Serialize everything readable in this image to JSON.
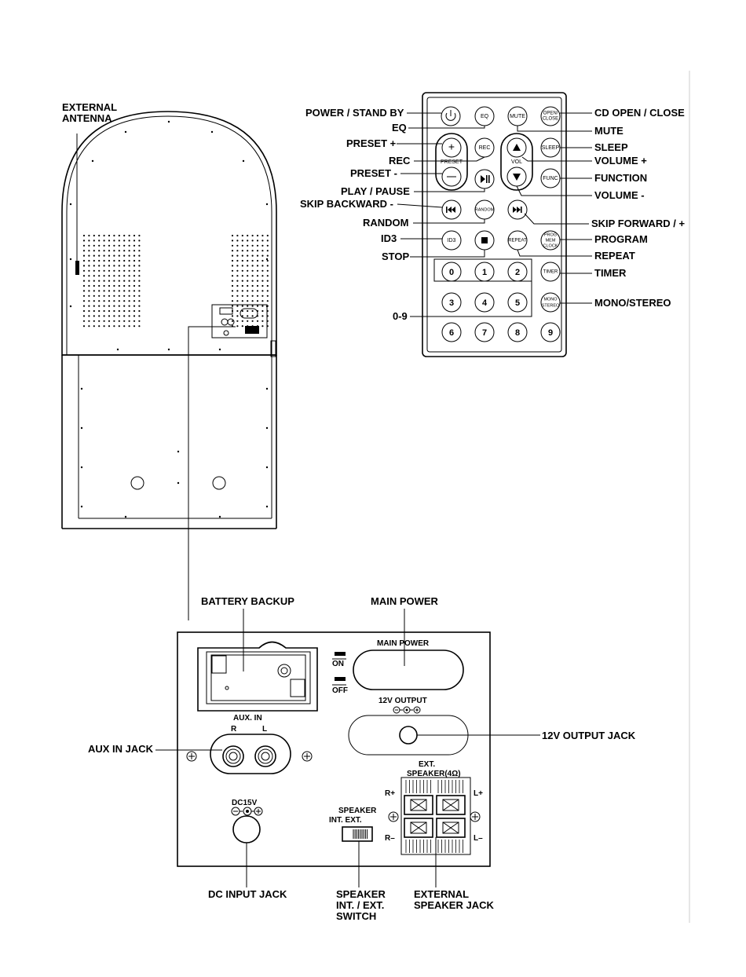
{
  "jukebox": {
    "external_antenna": [
      "EXTERNAL",
      "ANTENNA"
    ]
  },
  "remote": {
    "buttons": {
      "eq": "EQ",
      "mute": "MUTE",
      "open_close": [
        "OPEN/",
        "CLOSE"
      ],
      "rec": "REC",
      "sleep": "SLEEP",
      "preset": "PRESET",
      "vol": "VOL",
      "func": "FUNC",
      "random": "RANDOM",
      "id3": "ID3",
      "repeat": "REPEAT",
      "prog": [
        "PROG",
        "MEM",
        "CLOCK"
      ],
      "timer": "TIMER",
      "mono": [
        "MONO",
        "STEREO"
      ],
      "digits": [
        "0",
        "1",
        "2",
        "3",
        "4",
        "5",
        "6",
        "7",
        "8",
        "9"
      ]
    },
    "labels_left": {
      "power": "POWER / STAND BY",
      "eq": "EQ",
      "preset_plus": "PRESET +",
      "rec": "REC",
      "preset_minus": "PRESET -",
      "play_pause": "PLAY / PAUSE",
      "skip_back": "SKIP BACKWARD -",
      "random": "RANDOM",
      "id3": "ID3",
      "stop": "STOP",
      "digits": "0-9"
    },
    "labels_right": {
      "cd_open": "CD OPEN / CLOSE",
      "mute": "MUTE",
      "sleep": "SLEEP",
      "vol_plus": "VOLUME +",
      "function": "FUNCTION",
      "vol_minus": "VOLUME -",
      "skip_fwd": "SKIP FORWARD / +",
      "program": "PROGRAM",
      "repeat": "REPEAT",
      "timer": "TIMER",
      "mono": "MONO/STEREO"
    }
  },
  "panel": {
    "battery_backup": "BATTERY BACKUP",
    "main_power": "MAIN POWER",
    "main_power_inner": "MAIN POWER",
    "on": "ON",
    "off": "OFF",
    "output_12v": "12V OUTPUT",
    "aux_in": "AUX.  IN",
    "aux_r": "R",
    "aux_l": "L",
    "ext_speaker": [
      "EXT.",
      "SPEAKER(4Ω)"
    ],
    "r_plus": "R+",
    "l_plus": "L+",
    "r_minus": "R–",
    "l_minus": "L–",
    "dc15v": "DC15V",
    "speaker_switch": [
      "SPEAKER",
      "INT.   EXT."
    ],
    "callouts": {
      "aux_in_jack": "AUX IN JACK",
      "output_12v_jack": "12V OUTPUT JACK",
      "dc_input_jack": "DC INPUT JACK",
      "speaker_switch": [
        "SPEAKER",
        "INT. / EXT.",
        "SWITCH"
      ],
      "external_speaker_jack": [
        "EXTERNAL",
        "SPEAKER JACK"
      ]
    }
  }
}
